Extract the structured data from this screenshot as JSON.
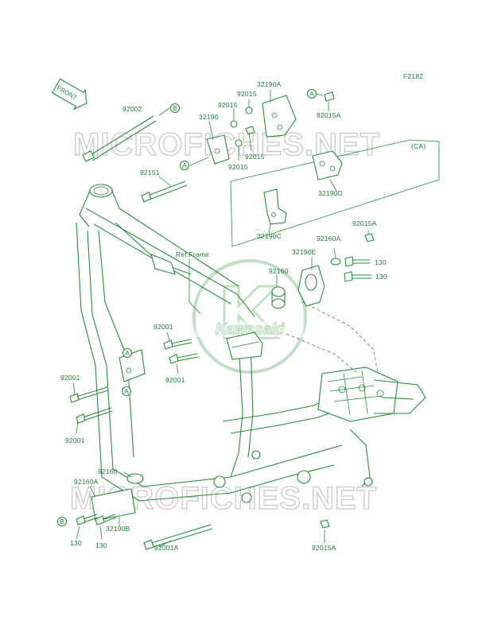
{
  "figure_code": "F2182",
  "front_label": "FRONT",
  "watermark_text": "MICROFICHES.NET",
  "logo_text": "Kawasaki",
  "ref_frame": "Ref.Frame",
  "group_label": "(CA)",
  "circle_a": "A",
  "circle_b": "B",
  "colors": {
    "line": "#2a8a3e",
    "text": "#1f7a33",
    "watermark": "#c9c9c9",
    "logo": "#b8d9bd"
  },
  "parts": {
    "p92002": "92002",
    "p92015_a1": "92015",
    "p92015_a2": "92015",
    "p32190A": "32190A",
    "p32190": "32190",
    "p92015A_1": "92015A",
    "p92015_b": "92015",
    "p92015_c": "92015",
    "p92151": "92151",
    "p32190D": "32190D",
    "p32190C": "32190C",
    "p92015A_2": "92015A",
    "p92160A_1": "92160A",
    "p32190E": "32190E",
    "p130_1": "130",
    "p130_2": "130",
    "p92160_1": "92160",
    "p92001_1": "92001",
    "p92001_2": "92001",
    "p92001_3": "92001",
    "p92001_4": "92001",
    "p92160_2": "92160",
    "p92160A_2": "92160A",
    "p32190B": "32190B",
    "p130_3": "130",
    "p130_4": "130",
    "p92001A": "92001A",
    "p92015A_3": "92015A"
  }
}
